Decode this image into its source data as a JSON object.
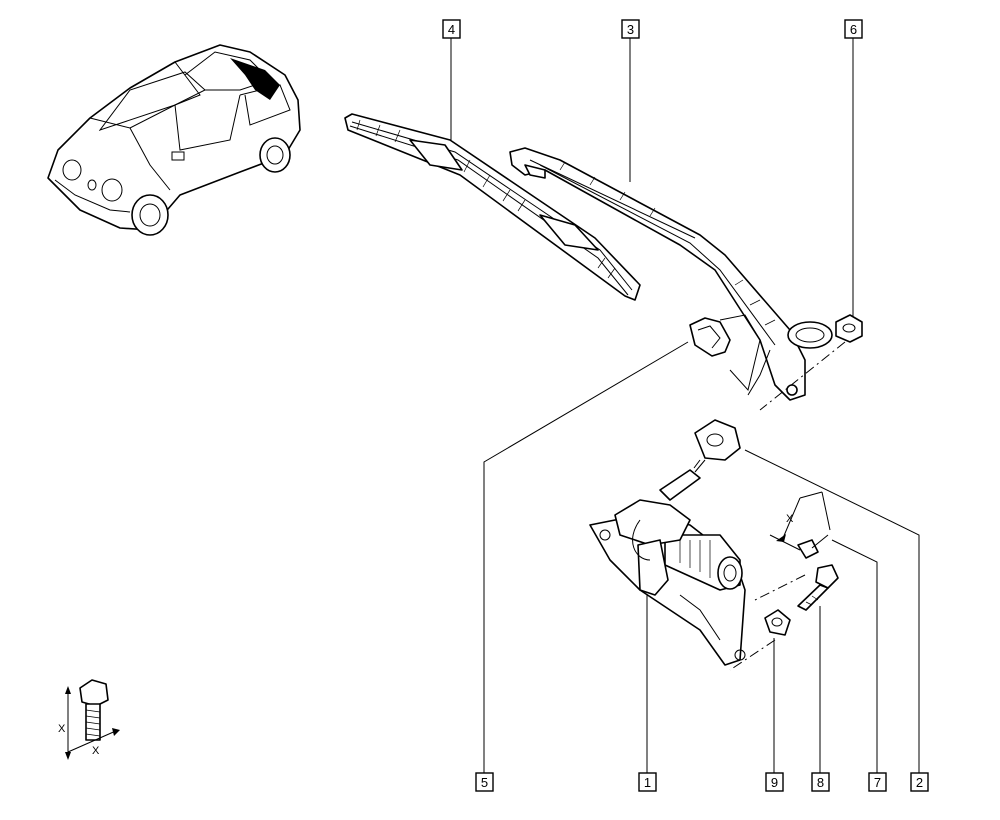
{
  "callouts": [
    {
      "id": "c1",
      "label": "1"
    },
    {
      "id": "c2",
      "label": "2"
    },
    {
      "id": "c3",
      "label": "3"
    },
    {
      "id": "c4",
      "label": "4"
    },
    {
      "id": "c5",
      "label": "5"
    },
    {
      "id": "c6",
      "label": "6"
    },
    {
      "id": "c7",
      "label": "7"
    },
    {
      "id": "c8",
      "label": "8"
    },
    {
      "id": "c9",
      "label": "9"
    }
  ],
  "dimension_labels": {
    "nut_x": "X",
    "bolt_x_vertical": "X",
    "bolt_x_horizontal": "X"
  },
  "icons": [
    "car-icon",
    "wiper-blade-icon",
    "wiper-arm-icon",
    "motor-icon",
    "bolt-icon",
    "nut-icon",
    "clip-icon"
  ]
}
